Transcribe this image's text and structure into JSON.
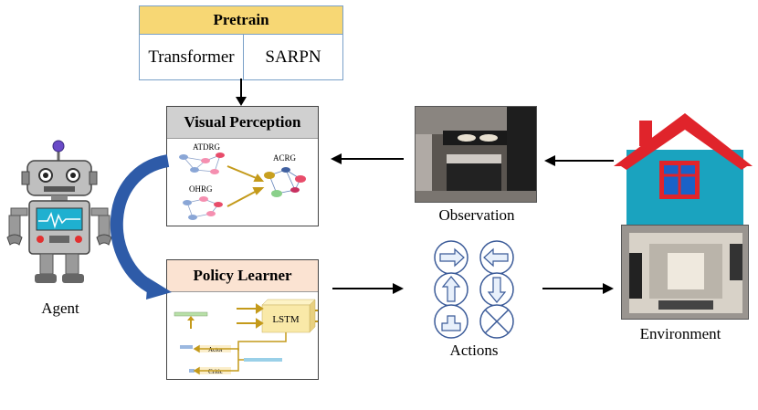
{
  "pretrain": {
    "title": "Pretrain",
    "left_cell": "Transformer",
    "right_cell": "SARPN"
  },
  "visual_perception": {
    "title": "Visual Perception",
    "graph_labels": [
      "ATDRG",
      "OHRG",
      "ACRG"
    ]
  },
  "policy_learner": {
    "title": "Policy Learner",
    "lstm_label": "LSTM",
    "actor_label": "Actor",
    "critic_label": "Critic"
  },
  "labels": {
    "agent": "Agent",
    "observation": "Observation",
    "actions": "Actions",
    "environment": "Environment"
  },
  "colors": {
    "pretrain_header": "#f7d774",
    "visual_perception_header": "#d0d0d0",
    "policy_learner_header": "#fbe3d2",
    "curved_arrow": "#2e5ba8",
    "house_wall": "#1aa3bf",
    "house_roof": "#e0242b",
    "lstm_block": "#f9e9a8",
    "gold_arrow": "#c49a1a"
  },
  "icons": {
    "agent": "robot-icon",
    "environment": "house-icon",
    "actions": [
      "arrow-right-icon",
      "arrow-left-icon",
      "arrow-up-icon",
      "arrow-down-icon",
      "arrow-up-bar-icon",
      "x-stop-icon"
    ]
  }
}
